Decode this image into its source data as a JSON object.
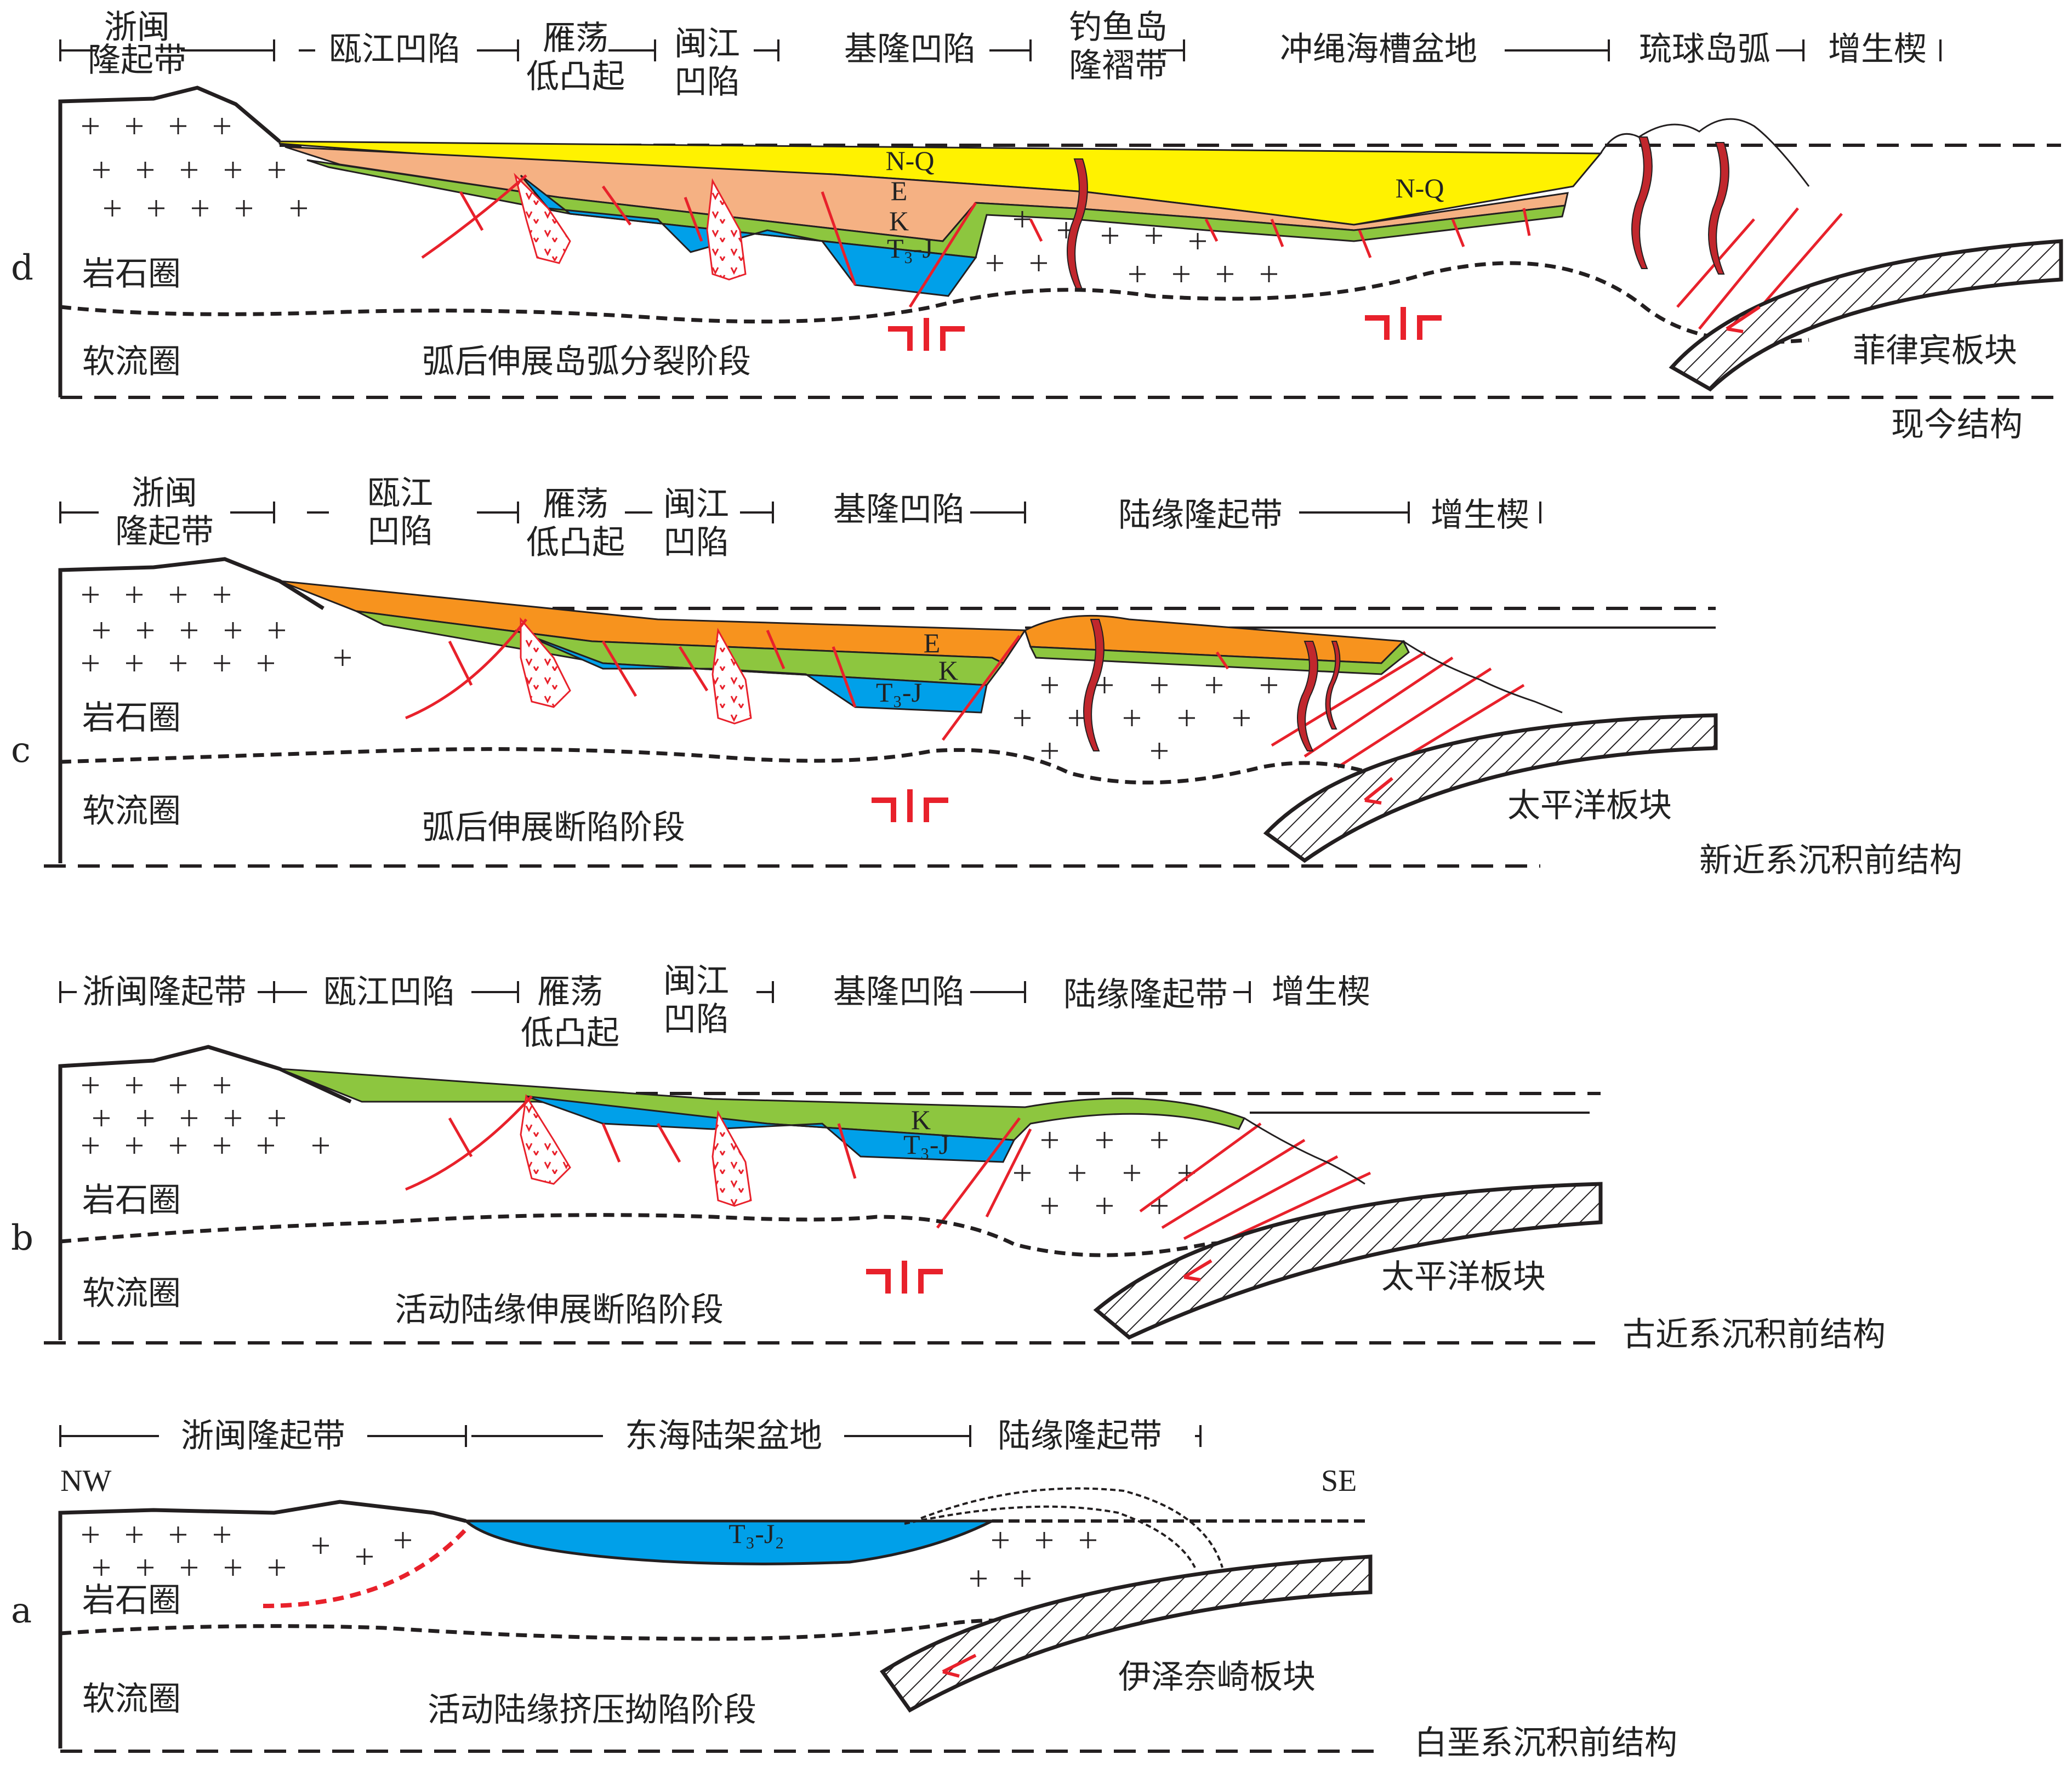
{
  "colors": {
    "N_Q": "#fff200",
    "E_present": "#f5b183",
    "E_neogene": "#f7931e",
    "K": "#8dc63f",
    "T3_J": "#00a0e9",
    "fault": "#e8212b",
    "dike": "#c1272d",
    "outline": "#231f20"
  },
  "panels": {
    "d": {
      "letter": "d",
      "zones": [
        "浙闽",
        "隆起带",
        "瓯江凹陷",
        "雁荡",
        "低凸起",
        "闽江",
        "凹陷",
        "基隆凹陷",
        "钓鱼岛",
        "隆褶带",
        "冲绳海槽盆地",
        "琉球岛弧",
        "增生楔"
      ],
      "lithosphere": "岩石圈",
      "asthenosphere": "软流圈",
      "stage": "弧后伸展岛弧分裂阶段",
      "plate": "菲律宾板块",
      "structure": "现今结构",
      "units": [
        "N-Q",
        "E",
        "K",
        "T₃-J",
        "N-Q"
      ]
    },
    "c": {
      "letter": "c",
      "zones": [
        "浙闽",
        "隆起带",
        "瓯江",
        "凹陷",
        "雁荡",
        "低凸起",
        "闽江",
        "凹陷",
        "基隆凹陷",
        "陆缘隆起带",
        "增生楔"
      ],
      "lithosphere": "岩石圈",
      "asthenosphere": "软流圈",
      "stage": "弧后伸展断陷阶段",
      "plate": "太平洋板块",
      "structure": "新近系沉积前结构",
      "units": [
        "E",
        "K",
        "T₃-J"
      ]
    },
    "b": {
      "letter": "b",
      "zones": [
        "浙闽隆起带",
        "瓯江凹陷",
        "雁荡",
        "低凸起",
        "闽江",
        "凹陷",
        "基隆凹陷",
        "陆缘隆起带",
        "增生楔"
      ],
      "lithosphere": "岩石圈",
      "asthenosphere": "软流圈",
      "stage": "活动陆缘伸展断陷阶段",
      "plate": "太平洋板块",
      "structure": "古近系沉积前结构",
      "units": [
        "K",
        "T₃-J"
      ]
    },
    "a": {
      "letter": "a",
      "zones": [
        "浙闽隆起带",
        "东海陆架盆地",
        "陆缘隆起带"
      ],
      "nw": "NW",
      "se": "SE",
      "lithosphere": "岩石圈",
      "asthenosphere": "软流圈",
      "stage": "活动陆缘挤压拗陷阶段",
      "plate": "伊泽奈崎板块",
      "structure": "白垩系沉积前结构",
      "units": [
        "T₃-J₂"
      ]
    }
  }
}
